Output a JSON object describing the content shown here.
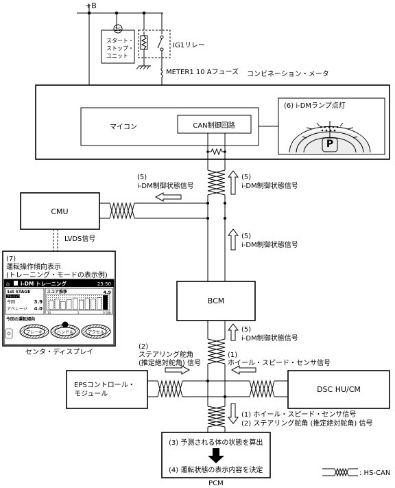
{
  "power": {
    "label": "+B"
  },
  "start_stop": {
    "symbol": "2S",
    "lines": [
      "スタート・",
      "ストップ・",
      "ユニット"
    ]
  },
  "ig1_relay": {
    "label": "IG1リレー"
  },
  "fuse": {
    "label": "METER1 10 Aフューズ"
  },
  "meter": {
    "title": "コンビネーション・メータ",
    "mcu": "マイコン",
    "can_circuit": "CAN制御回路",
    "lamp_label": "(6) i-DMランプ点灯"
  },
  "signals": {
    "s5_left_num": "(5)",
    "s5_left_text": "i-DM制御状態信号",
    "s5_right_num": "(5)",
    "s5_right_text": "i-DM制御状態信号",
    "s5_mid_num": "(5)",
    "s5_mid_text": "i-DM制御状態信号",
    "s5_low_num": "(5)",
    "s5_low_text": "i-DM制御状態信号",
    "s2_num": "(2)",
    "s2_line1": "ステアリング舵角",
    "s2_line2": "(推定絶対舵角) 信号",
    "s1_num": "(1)",
    "s1_text": "ホイール・スピード・センサ信号",
    "b1": "(1) ホイール・スピード・センサ信号",
    "b2": "(2) ステアリング舵角 (推定絶対舵角) 信号"
  },
  "cmu": {
    "label": "CMU",
    "lvds": "LVDS信号"
  },
  "display": {
    "num": "(7)",
    "title": "運転操作傾向表示",
    "subtitle": "(トレーニング・モードの表示例)",
    "caption": "センタ・ディスプレイ",
    "screen": {
      "header": "i-DM トレーニング",
      "time": "23:50",
      "stage": "1st STAGE",
      "score_title": "スコア推移",
      "score_value": "4.9",
      "advice": "アドバイス",
      "today_label": "今回",
      "today_value": "3.9",
      "avg_label": "アベレージ",
      "avg_value": "4.0",
      "axis_10": "10",
      "axis_5": "5",
      "axis_0": "0 回前",
      "trend_label": "今回の運転傾向",
      "btn_brake": "ブレーキ",
      "btn_handle": "ハンドル",
      "btn_accel": "アクセル"
    }
  },
  "bcm": {
    "label": "BCM"
  },
  "eps": {
    "line1": "EPSコントロール・",
    "line2": "モジュール"
  },
  "dsc": {
    "label": "DSC HU/CM"
  },
  "pcm": {
    "step3": "(3) 予測される体の状態を算出",
    "step4": "(4) 運転状態の表示内容を決定",
    "caption": "PCM"
  },
  "legend": {
    "label": ": HS-CAN"
  },
  "chart_data": {
    "type": "bar",
    "title": "スコア推移",
    "categories": [
      "10",
      "",
      "",
      "",
      "",
      "5",
      "",
      "",
      "",
      "0"
    ],
    "values": [
      3.1,
      3.6,
      2.8,
      3.5,
      4.0,
      3.3,
      3.8,
      3.6,
      4.1,
      4.9
    ],
    "ylim": [
      0,
      5
    ]
  }
}
